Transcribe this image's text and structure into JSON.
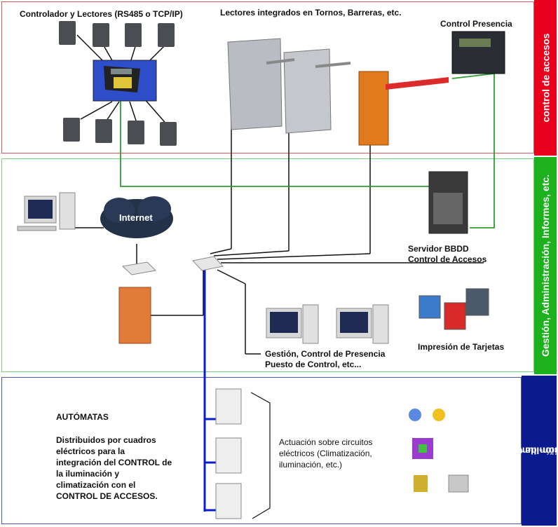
{
  "sections": {
    "access_control": {
      "label": "control de accesos",
      "color": "#e8001c",
      "border": "#d05a5a"
    },
    "management": {
      "label": "Gestión, Administración, Informes, etc.",
      "color": "#1db21d",
      "border": "#7ccf7c"
    },
    "integration": {
      "label_line1": "Integración de CCAA con",
      "label_line2": "Climatización-Iluminación",
      "color": "#0b1a8c",
      "border": "#4a5aa8"
    }
  },
  "labels": {
    "controllers": "Controlador y Lectores (RS485 o TCP/IP)",
    "turnstile_readers": "Lectores integrados en Tornos, Barreras, etc.",
    "attendance_control": "Control Presencia",
    "internet": "Internet",
    "server_line1": "Servidor BBDD",
    "server_line2": "Control de Accesos",
    "card_printing": "Impresión de Tarjetas",
    "workstations_line1": "Gestión, Control de Presencia",
    "workstations_line2": "Puesto de Control, etc...",
    "plc_title": "AUTÓMATAS",
    "plc_desc_lines": [
      "Distribuidos por cuadros",
      "eléctricos para la",
      "integración del CONTROL de",
      "la iluminación y",
      "climatización con el",
      "CONTROL DE ACCESOS."
    ],
    "actuation_lines": [
      "Actuación sobre circuitos",
      "eléctricos (Climatización,",
      "iluminación, etc.)"
    ]
  }
}
